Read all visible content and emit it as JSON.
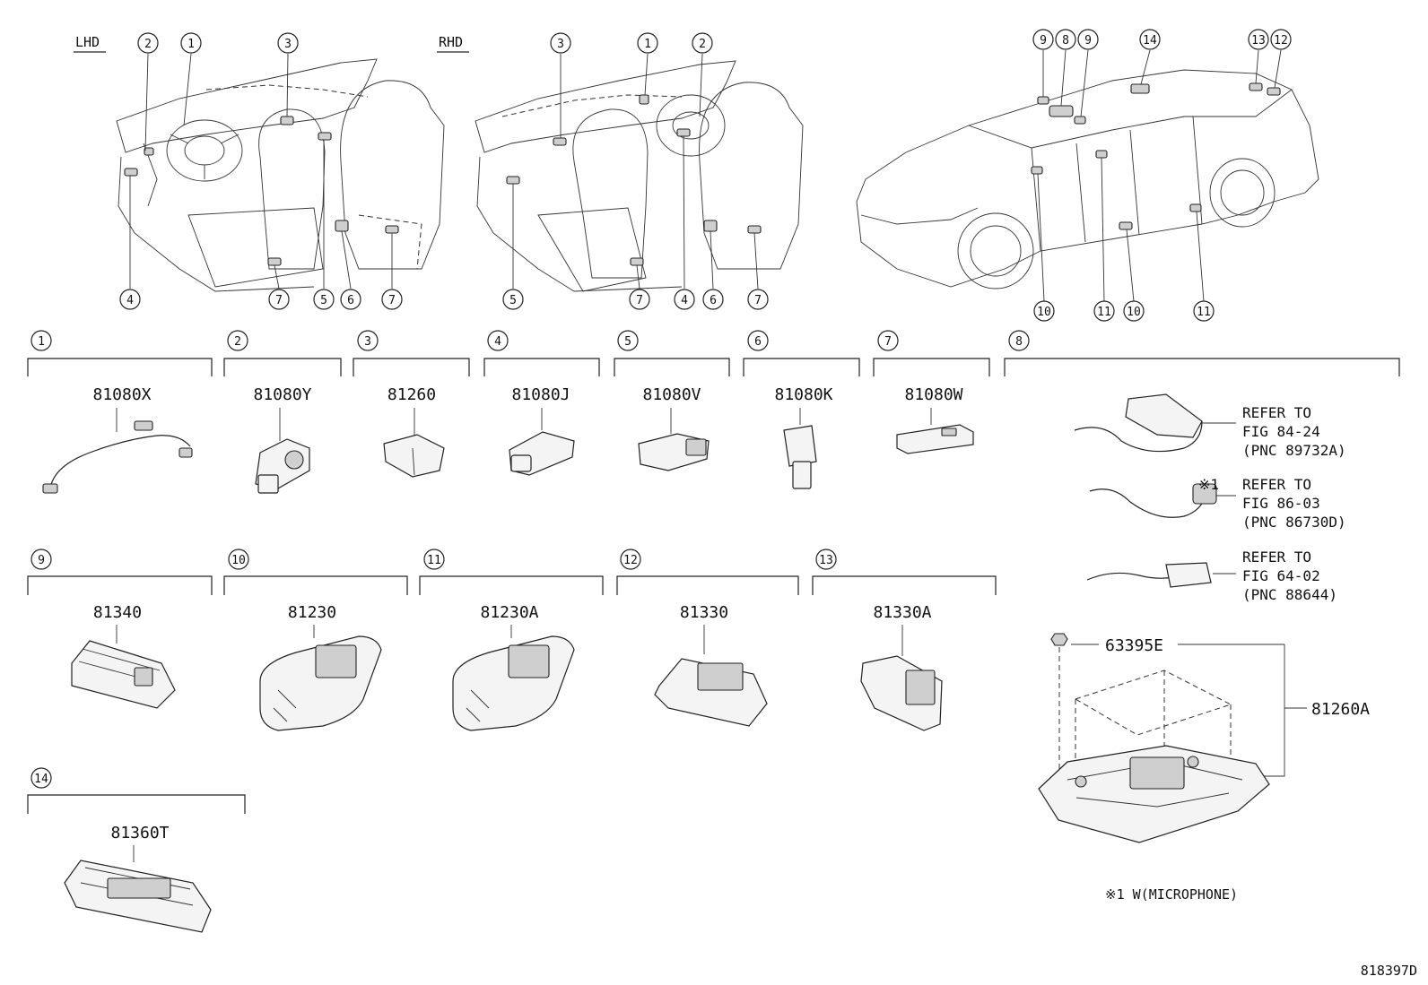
{
  "view_labels": {
    "lhd": "LHD",
    "rhd": "RHD"
  },
  "callouts": {
    "lhd": [
      "2",
      "1",
      "3",
      "4",
      "5",
      "6",
      "7",
      "7"
    ],
    "rhd": [
      "3",
      "1",
      "2",
      "5",
      "7",
      "4",
      "6",
      "7"
    ],
    "car": [
      "9",
      "8",
      "9",
      "14",
      "13",
      "12",
      "10",
      "11",
      "10",
      "11"
    ]
  },
  "sections": [
    {
      "num": "1",
      "part": "81080X"
    },
    {
      "num": "2",
      "part": "81080Y"
    },
    {
      "num": "3",
      "part": "81260"
    },
    {
      "num": "4",
      "part": "81080J"
    },
    {
      "num": "5",
      "part": "81080V"
    },
    {
      "num": "6",
      "part": "81080K"
    },
    {
      "num": "7",
      "part": "81080W"
    },
    {
      "num": "8",
      "part": ""
    },
    {
      "num": "9",
      "part": "81340"
    },
    {
      "num": "10",
      "part": "81230"
    },
    {
      "num": "11",
      "part": "81230A"
    },
    {
      "num": "12",
      "part": "81330"
    },
    {
      "num": "13",
      "part": "81330A"
    },
    {
      "num": "14",
      "part": "81360T"
    }
  ],
  "references": [
    {
      "line1": "REFER TO",
      "line2": "FIG 84-24",
      "line3": "(PNC 89732A)",
      "mark": ""
    },
    {
      "line1": "REFER TO",
      "line2": "FIG 86-03",
      "line3": "(PNC 86730D)",
      "mark": "※1"
    },
    {
      "line1": "REFER TO",
      "line2": "FIG 64-02",
      "line3": "(PNC 88644)",
      "mark": ""
    }
  ],
  "assembly": {
    "clip": "63395E",
    "lamp": "81260A"
  },
  "footnote": "※1 W(MICROPHONE)",
  "diagram_code": "818397D"
}
